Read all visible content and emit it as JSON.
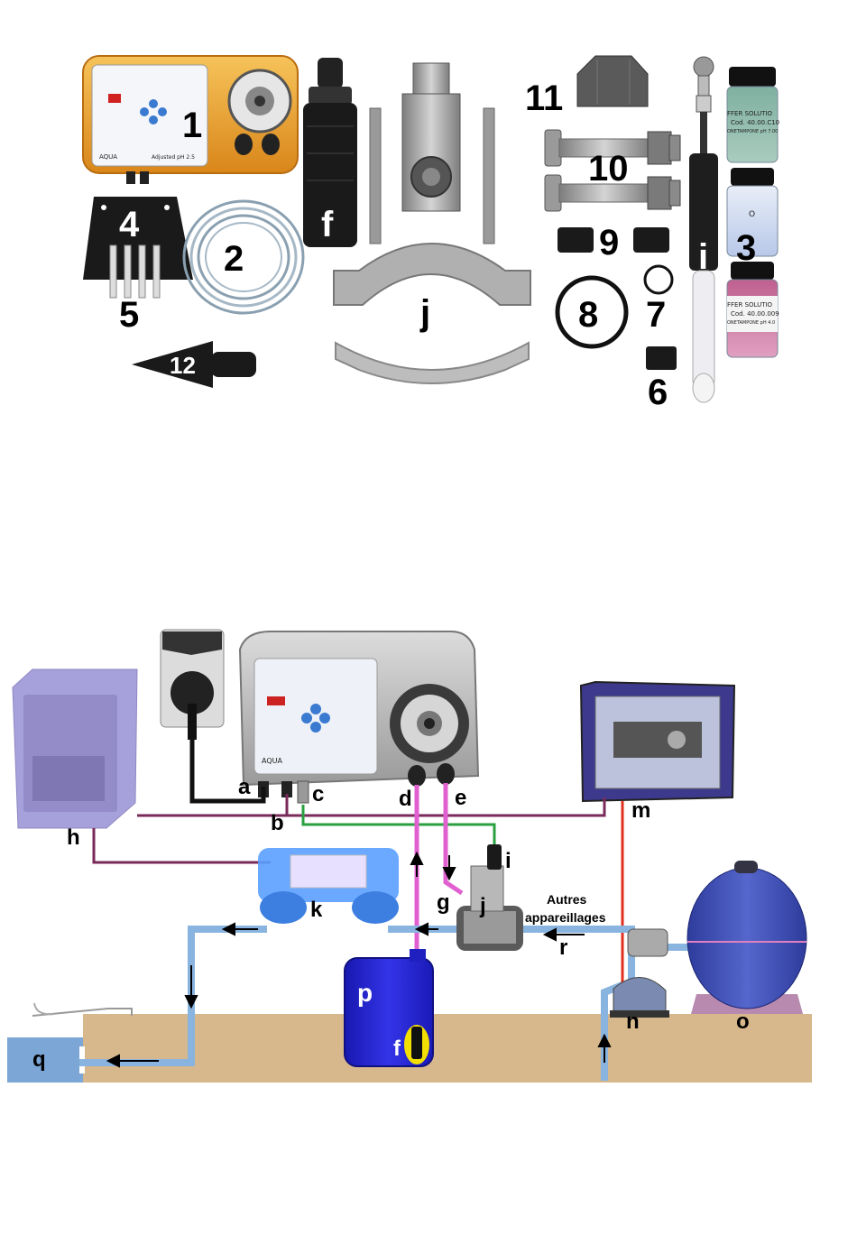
{
  "parts": {
    "n1": "1",
    "n2": "2",
    "n3": "3",
    "n4": "4",
    "n5": "5",
    "n6": "6",
    "n7": "7",
    "n8": "8",
    "n9": "9",
    "n10": "10",
    "n11": "11",
    "n12": "12",
    "f": "f",
    "i": "i",
    "j": "j"
  },
  "controller_top": {
    "brand": "AQUA",
    "model": "Adjusted pH 2.5"
  },
  "bottles": {
    "b1_line1": "FFER SOLUTIO",
    "b1_line2": "Cod. 40.00.C10",
    "b1_line3": "ONETAMPONE pH 7.00",
    "b2_label": "O",
    "b3_line1": "FFER SOLUTIO",
    "b3_line2": "Cod. 40.00.009",
    "b3_line3": "ONETAMPONE pH 4.0"
  },
  "diagram": {
    "a": "a",
    "b": "b",
    "c": "c",
    "d": "d",
    "e": "e",
    "f": "f",
    "g": "g",
    "h": "h",
    "i": "i",
    "j": "j",
    "k": "k",
    "m": "m",
    "n": "n",
    "o": "o",
    "p": "p",
    "q": "q",
    "r": "r",
    "autres_line1": "Autres",
    "autres_line2": "appareillages",
    "brand": "AQUA"
  },
  "colors": {
    "orange_case": "#f0a020",
    "purple_cable": "#7a2a5a",
    "green_cable": "#2aa040",
    "magenta_tube": "#e060d0",
    "red_cable": "#e03020",
    "water_pipe": "#8ab4e0",
    "ground": "#d9b98a",
    "canister": "#2a2ad0"
  }
}
